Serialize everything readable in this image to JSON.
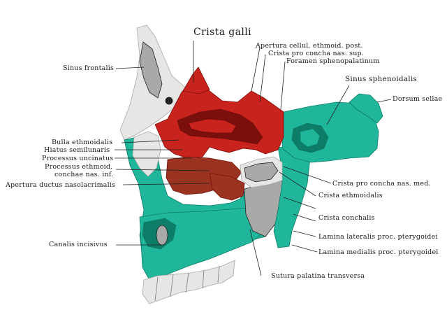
{
  "colors": {
    "bone": "#e6e6e4",
    "bone_shade": "#a9aaa8",
    "teal": "#1fb69b",
    "teal_dark": "#0d7d68",
    "red": "#c8231c",
    "red_dark": "#7a0f0c",
    "brown": "#9a3320",
    "line": "#222222"
  },
  "labels": {
    "crista_galli": "Crista galli",
    "apertura_cellul": "Apertura cellul. ethmoid. post.",
    "crista_pro_concha_sup": "Crista pro concha nas. sup.",
    "foramen_spheno": "Foramen sphenopalatinum",
    "sinus_frontalis": "Sinus frontalis",
    "sinus_sphenoidalis": "Sinus sphenoidalis",
    "dorsum_sellae": "Dorsum sellae",
    "bulla_ethmoidalis": "Bulla ethmoidalis",
    "hiatus_semilunaris": "Hiatus semilunaris",
    "processus_uncinatus": "Processus uncinatus",
    "processus_ethmoid": "Processus ethmoid.",
    "conchae_nas_inf": "conchae nas. inf.",
    "apertura_ductus": "Apertura ductus nasolacrimalis",
    "crista_pro_concha_med": "Crista pro concha nas. med.",
    "crista_ethmoidalis": "Crista ethmoidalis",
    "crista_conchalis": "Crista conchalis",
    "lamina_lateralis": "Lamina lateralis proc. pterygoidei",
    "lamina_medialis": "Lamina medialis proc. pterygoidei",
    "canalis_incisivus": "Canalis incisivus",
    "sutura_palatina": "Sutura palatina transversa"
  }
}
